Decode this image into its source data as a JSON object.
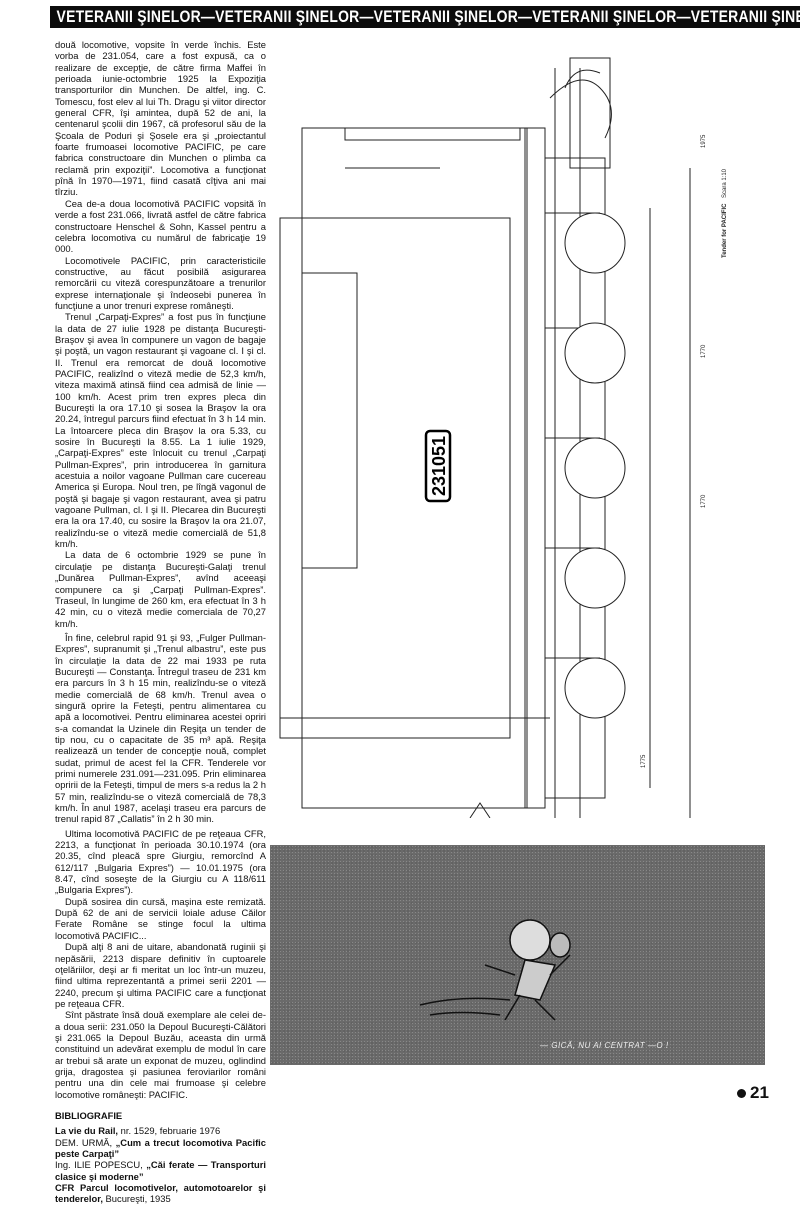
{
  "header": {
    "running_title": "VETERANII ŞINELOR—VETERANII ŞINELOR—VETERANII ŞINELOR—VETERANII ŞINELOR—VETERANII ŞINELOR"
  },
  "article": {
    "paragraphs": [
      "două locomotive, vopsite în verde închis. Este vorba de 231.054, care a fost expusă, ca o realizare de excepţie, de către firma Maffei în perioada iunie-octombrie 1925 la Expoziţia transporturilor din Munchen. De altfel, ing. C. Tomescu, fost elev al lui Th. Dragu şi viitor director general CFR, îşi amintea, după 52 de ani, la centenarul şcolii din 1967, că profesorul său de la Şcoala de Poduri şi Şosele era şi „proiectantul foarte frumoasei locomotive PACIFIC, pe care fabrica constructoare din Munchen o plimba ca reclamă prin expoziţii”. Locomotiva a funcţionat pînă în 1970—1971, fiind casată cîţiva ani mai tîrziu.",
      "Cea de-a doua locomotivă PACIFIC vopsită în verde a fost 231.066, livrată astfel de către fabrica constructoare Henschel & Sohn, Kassel pentru a celebra locomotiva cu numărul de fabricaţie 19 000.",
      "Locomotivele PACIFIC, prin caracteristicile constructive, au făcut posibilă asigurarea remorcării cu viteză corespunzătoare a trenurilor exprese internaţionale şi îndeosebi punerea în funcţiune a unor trenuri exprese româneşti.",
      "Trenul „Carpaţi-Expres” a fost pus în funcţiune la data de 27 iulie 1928 pe distanţa Bucureşti-Braşov şi avea în compunere un vagon de bagaje şi poştă, un vagon restaurant şi vagoane cl. I şi cl. II. Trenul era remorcat de două locomotive PACIFIC, realizînd o viteză medie de 52,3 km/h, viteza maximă atinsă fiind cea admisă de linie — 100 km/h. Acest prim tren expres pleca din Bucureşti la ora 17.10 şi sosea la Braşov la ora 20.24, întregul parcurs fiind efectuat în 3 h 14 min. La întoarcere pleca din Braşov la ora 5.33, cu sosire în Bucureşti la 8.55. La 1 iulie 1929, „Carpaţi-Expres” este înlocuit cu trenul „Carpaţi Pullman-Expres”, prin introducerea în garnitura acestuia a noilor vagoane Pullman care cucereau America şi Europa. Noul tren, pe lîngă vagonul de poştă şi bagaje şi vagon restaurant, avea şi patru vagoane Pullman, cl. I şi II. Plecarea din Bucureşti era la ora 17.40, cu sosire la Braşov la ora 21.07, realizîndu-se o viteză medie comercială de 51,8 km/h.",
      "La data de 6 octombrie 1929 se pune în circulaţie pe distanţa Bucureşti-Galaţi trenul „Dunărea Pullman-Expres”, avînd aceeaşi compunere ca şi „Carpaţi Pullman-Expres”. Traseul, în lungime de 260 km, era efectuat în 3 h 42 min, cu o viteză medie comerciala de 70,27 km/h.",
      "În fine, celebrul rapid 91 şi 93, „Fulger Pullman-Expres”, supranumit şi „Trenul albastru”, este pus în circulaţie la data de 22 mai 1933 pe ruta Bucureşti — Constanţa. Întregul traseu de 231 km era parcurs în 3 h 15 min, realizîndu-se o viteză medie comercială de 68 km/h. Trenul avea o singură oprire la Feteşti, pentru alimentarea cu apă a locomotivei. Pentru eliminarea acestei opriri s-a comandat la Uzinele din Reşiţa un tender de tip nou, cu o capacitate de 35 m³ apă. Reşiţa realizează un tender de concepţie nouă, complet sudat, primul de acest fel la CFR. Tenderele vor primi numerele 231.091—231.095. Prin eliminarea opririi de la Feteşti, timpul de mers s-a redus la 2 h 57 min, realizîndu-se o viteză comercială de 78,3 km/h. În anul 1987, acelaşi traseu era parcurs de trenul rapid 87 „Callatis” în 2 h 30 min.",
      "Ultima locomotivă PACIFIC de pe reţeaua CFR, 2213, a funcţionat în perioada 30.10.1974 (ora 20.35, cînd pleacă spre Giurgiu, remorcînd A 612/117 „Bulgaria Expres”) — 10.01.1975 (ora 8.47, cînd soseşte de la Giurgiu cu A 118/611 „Bulgaria Expres”).",
      "După sosirea din cursă, maşina este remizată. După 62 de ani de servicii loiale aduse Căilor Ferate Române se stinge focul la ultima locomotivă PACIFIC...",
      "După alţi 8 ani de uitare, abandonată ruginii şi nepăsării, 2213 dispare definitiv în cuptoarele oţelăriilor, deşi ar fi meritat un loc într-un muzeu, fiind ultima reprezentantă a primei serii 2201 —2240, precum şi ultima PACIFIC care a funcţionat pe reţeaua CFR.",
      "Sînt păstrate însă două exemplare ale celei de-a doua serii: 231.050 la Depoul Bucureşti-Călători şi 231.065 la Depoul Buzău, aceasta din urmă constituind un adevărat exemplu de modul în care ar trebui să arate un exponat de muzeu, oglindind grija, dragostea şi pasiunea feroviarilor români pentru una din cele mai frumoase şi celebre locomotive româneşti: PACIFIC."
    ],
    "bibliography_title": "BIBLIOGRAFIE",
    "bibliography": [
      {
        "bold": "La vie du Rail,",
        "rest": " nr. 1529, februarie 1976"
      },
      {
        "pre": "DEM. URMĂ, ",
        "bold": "„Cum a trecut locomotiva Pacific peste Carpaţi”"
      },
      {
        "pre": "Ing. ILIE POPESCU, ",
        "bold": "„Căi ferate — Transporturi clasice şi moderne”"
      },
      {
        "bold": "CFR Parcul locomotivelor, automotoarelor şi tenderelor,",
        "rest": " Bucureşti, 1935"
      }
    ]
  },
  "drawing": {
    "number_plate": "231051",
    "title": "Tender for PACIFIC",
    "scale": "Scara 1:10",
    "dimensions": [
      "1975",
      "1770",
      "1770",
      "1775"
    ]
  },
  "cartoon": {
    "caption": "— GICĂ, NU AI CENTRAT —O !"
  },
  "page_number": "21",
  "colors": {
    "header_bg": "#0c0c0c",
    "cartoon_bg": "#6a6a6a"
  }
}
